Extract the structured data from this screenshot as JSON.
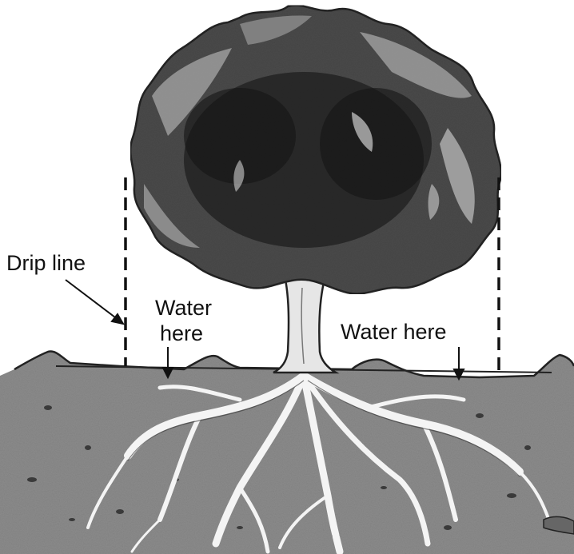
{
  "labels": {
    "drip_line": "Drip line",
    "water_here_left_line1": "Water",
    "water_here_left_line2": "here",
    "water_here_right": "Water here"
  },
  "colors": {
    "ink": "#111111",
    "foliage_dark": "#2a2a2a",
    "foliage_mid": "#6b6b6b",
    "foliage_light": "#a8a8a8",
    "soil": "#8a8a8a",
    "root": "#f2f2f2"
  }
}
